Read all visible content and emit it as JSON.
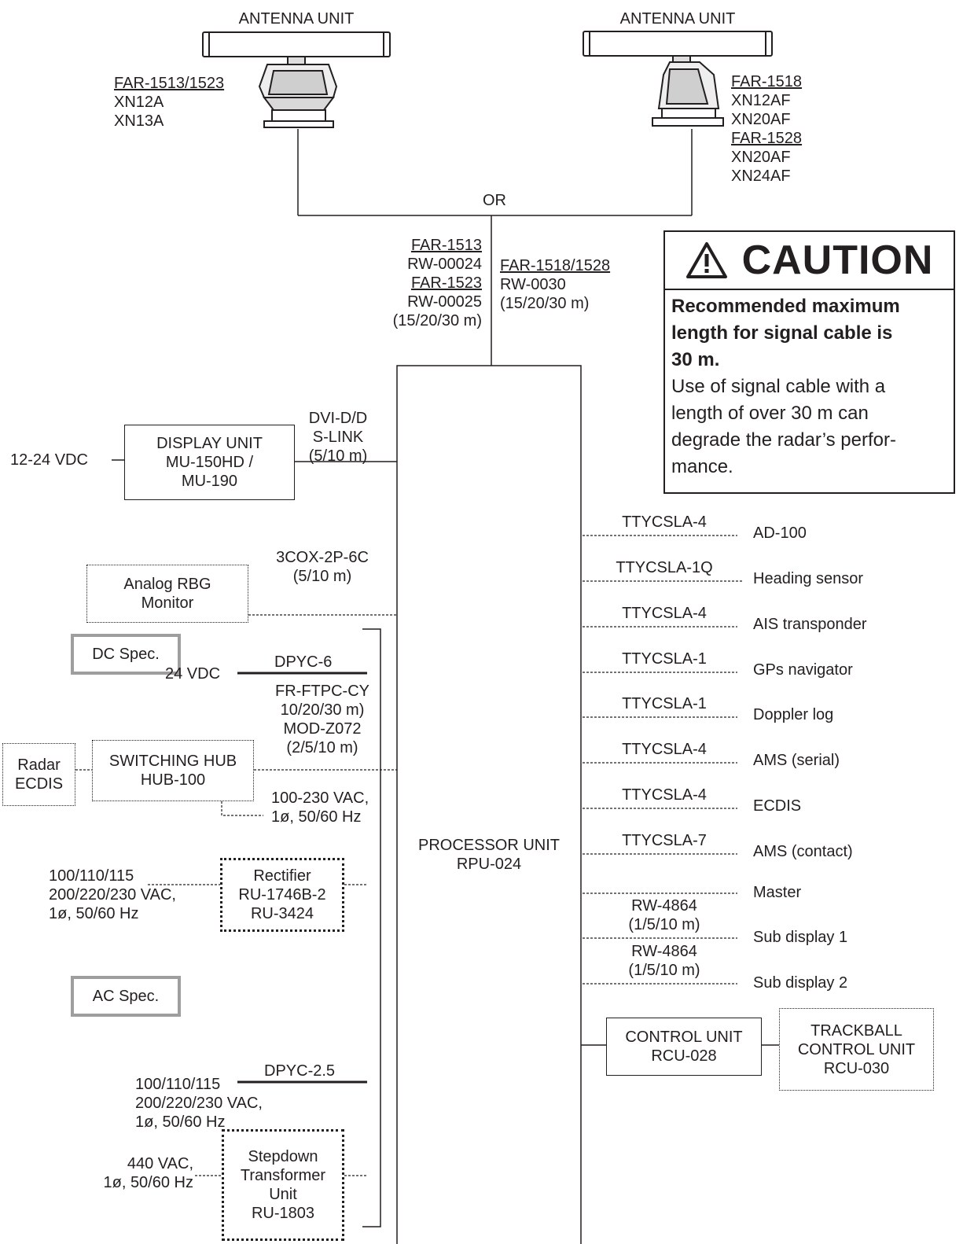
{
  "antenna_left": {
    "title": "ANTENNA UNIT",
    "model_heading": "FAR-1513/1523",
    "models": [
      "XN12A",
      "XN13A"
    ]
  },
  "antenna_right": {
    "title": "ANTENNA UNIT",
    "groups": [
      {
        "heading": "FAR-1518",
        "models": [
          "XN12AF",
          "XN20AF"
        ]
      },
      {
        "heading": "FAR-1528",
        "models": [
          "XN20AF",
          "XN24AF"
        ]
      }
    ]
  },
  "or_label": "OR",
  "signal_cable_left": {
    "lines": [
      {
        "text": "FAR-1513",
        "underline": true
      },
      {
        "text": "RW-00024",
        "underline": false
      },
      {
        "text": "FAR-1523",
        "underline": true
      },
      {
        "text": "RW-00025",
        "underline": false
      },
      {
        "text": "(15/20/30 m)",
        "underline": false
      }
    ]
  },
  "signal_cable_right": {
    "lines": [
      {
        "text": "FAR-1518/1528",
        "underline": true
      },
      {
        "text": "RW-0030",
        "underline": false
      },
      {
        "text": "(15/20/30 m)",
        "underline": false
      }
    ]
  },
  "caution": {
    "title": "CAUTION",
    "bold_lines": [
      "Recommended maximum",
      "length for signal cable is",
      "30 m."
    ],
    "lines": [
      "Use of signal cable with a",
      "length of over 30 m can",
      "degrade the radar’s perfor-",
      "mance."
    ]
  },
  "processor_unit": {
    "lines": [
      "PROCESSOR UNIT",
      "RPU-024"
    ]
  },
  "display_unit": {
    "lines": [
      "DISPLAY UNIT",
      "MU-150HD /",
      "MU-190"
    ],
    "power": "12-24 VDC",
    "cable_lines": [
      "DVI-D/D",
      "S-LINK",
      "(5/10 m)"
    ]
  },
  "analog_monitor": {
    "lines": [
      "Analog RBG",
      "Monitor"
    ],
    "cable_lines": [
      "3COX-2P-6C",
      "(5/10 m)"
    ]
  },
  "switching_hub": {
    "lines": [
      "SWITCHING HUB",
      "HUB-100"
    ],
    "radar_ecdis": [
      "Radar",
      "ECDIS"
    ],
    "cable_lines": [
      "FR-FTPC-CY",
      "10/20/30 m)",
      "MOD-Z072",
      "(2/5/10 m)"
    ],
    "power_lines": [
      "100-230 VAC,",
      "1ø, 50/60 Hz"
    ]
  },
  "dc_spec": {
    "label": "DC Spec.",
    "vdc": "24 VDC",
    "cable": "DPYC-6",
    "rectifier_input": [
      "100/110/115",
      "200/220/230 VAC,",
      "1ø, 50/60 Hz"
    ],
    "rectifier_lines": [
      "Rectifier",
      "RU-1746B-2",
      "RU-3424"
    ]
  },
  "ac_spec": {
    "label": "AC Spec.",
    "cable": "DPYC-2.5",
    "input": [
      "100/110/115",
      "200/220/230 VAC,",
      "1ø, 50/60 Hz"
    ],
    "transformer_input": [
      "440 VAC,",
      "1ø, 50/60 Hz"
    ],
    "transformer_lines": [
      "Stepdown",
      "Transformer",
      "Unit",
      "RU-1803"
    ]
  },
  "right_connections": [
    {
      "cable": "TTYCSLA-4",
      "device": "AD-100"
    },
    {
      "cable": "TTYCSLA-1Q",
      "device": "Heading sensor"
    },
    {
      "cable": "TTYCSLA-4",
      "device": "AIS transponder"
    },
    {
      "cable": "TTYCSLA-1",
      "device": "GPs navigator"
    },
    {
      "cable": "TTYCSLA-1",
      "device": "Doppler log"
    },
    {
      "cable": "TTYCSLA-4",
      "device": "AMS (serial)"
    },
    {
      "cable": "TTYCSLA-4",
      "device": "ECDIS"
    },
    {
      "cable": "TTYCSLA-7",
      "device": "AMS (contact)"
    }
  ],
  "sub_displays": {
    "master": "Master",
    "cables": [
      [
        "RW-4864",
        "(1/5/10 m)"
      ],
      [
        "RW-4864",
        "(1/5/10 m)"
      ]
    ],
    "devices": [
      "Sub display 1",
      "Sub display 2"
    ]
  },
  "control_unit": {
    "lines": [
      "CONTROL UNIT",
      "RCU-028"
    ]
  },
  "trackball_unit": {
    "lines": [
      "TRACKBALL",
      "CONTROL UNIT",
      "RCU-030"
    ]
  }
}
